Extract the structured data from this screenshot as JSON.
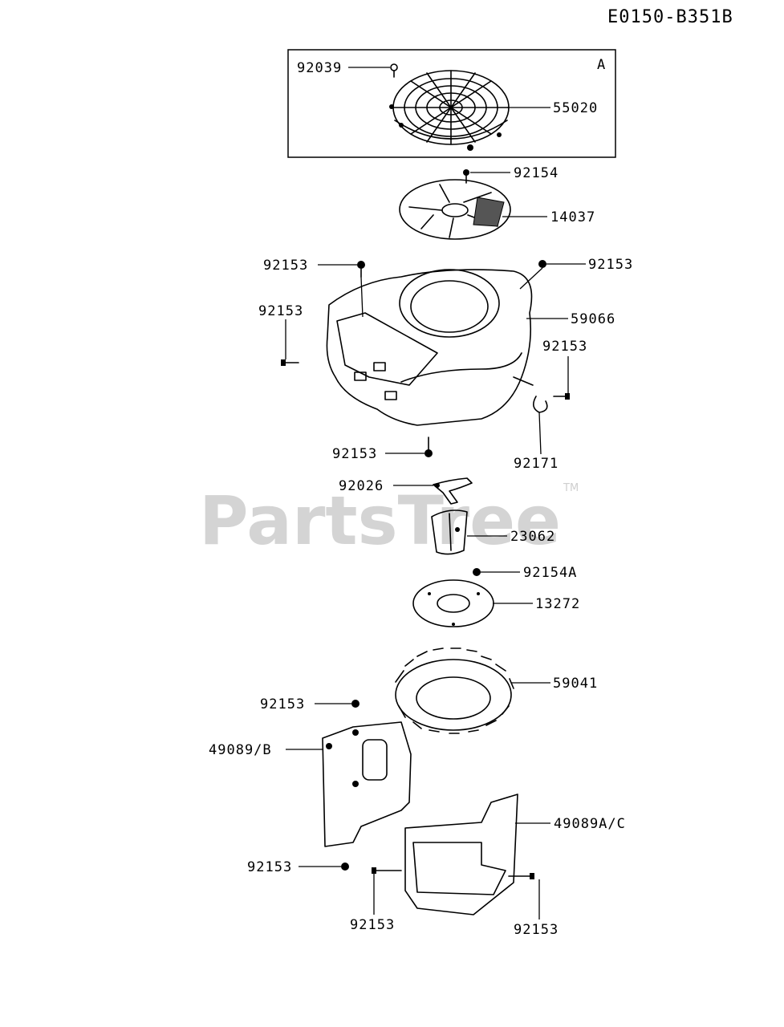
{
  "diagram_code": "E0150-B351B",
  "watermark": {
    "text": "PartsTree",
    "trademark": "TM"
  },
  "inset_box_letter": "A",
  "labels": {
    "l_92039": "92039",
    "l_55020": "55020",
    "l_92154": "92154",
    "l_14037": "14037",
    "l_92153_a": "92153",
    "l_92153_b": "92153",
    "l_59066": "59066",
    "l_92153_c": "92153",
    "l_92153_d": "92153",
    "l_92153_e": "92153",
    "l_92171": "92171",
    "l_92026": "92026",
    "l_23062": "23062",
    "l_92154a": "92154A",
    "l_13272": "13272",
    "l_59041": "59041",
    "l_92153_f": "92153",
    "l_49089b": "49089/B",
    "l_49089ac": "49089A/C",
    "l_92153_g": "92153",
    "l_92153_h": "92153",
    "l_92153_i": "92153"
  }
}
